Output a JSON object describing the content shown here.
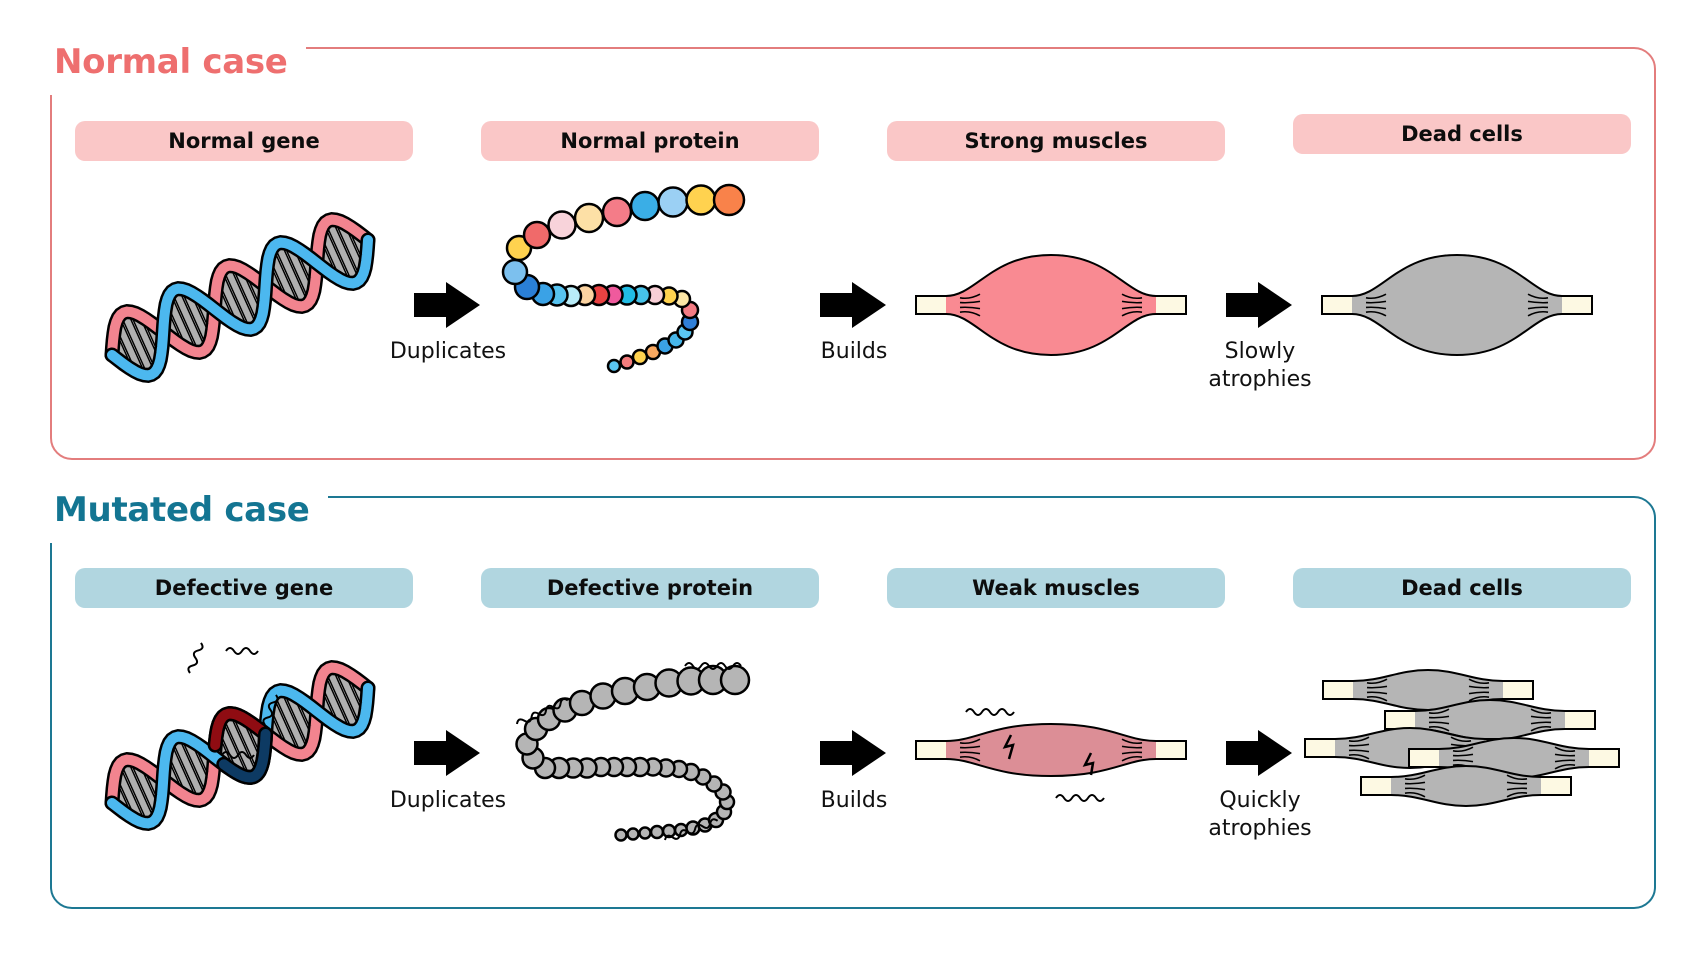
{
  "colors": {
    "normal_accent": "#ee6f6f",
    "normal_label_bg": "#fac7c7",
    "mutated_accent": "#137592",
    "mutated_label_bg": "#b1d6e0",
    "dna_blue": "#4cb8ef",
    "dna_pink": "#f2848f",
    "dna_mut_red": "#8f0c12",
    "dna_mut_navy": "#0d3a63",
    "muscle_healthy": "#f98a92",
    "muscle_weak": "#dc8e96",
    "muscle_dead": "#b5b5b5",
    "tendon": "#fdf9e3"
  },
  "normal_case": {
    "title": "Normal case",
    "stages": [
      "Normal gene",
      "Normal protein",
      "Strong muscles",
      "Dead cells"
    ],
    "transitions": [
      {
        "label": "Duplicates"
      },
      {
        "label": "Builds"
      },
      {
        "label_line1": "Slowly",
        "label_line2": "atrophies"
      }
    ],
    "illustrations": [
      "dna-helix",
      "protein-chain-colored",
      "strong-muscle",
      "atrophied-muscle"
    ]
  },
  "mutated_case": {
    "title": "Mutated case",
    "stages": [
      "Defective gene",
      "Defective protein",
      "Weak muscles",
      "Dead cells"
    ],
    "transitions": [
      {
        "label": "Duplicates"
      },
      {
        "label": "Builds"
      },
      {
        "label_line1": "Quickly",
        "label_line2": "atrophies"
      }
    ],
    "illustrations": [
      "dna-helix-mutated",
      "protein-chain-defective",
      "weak-muscle",
      "dead-muscle-stack"
    ]
  }
}
